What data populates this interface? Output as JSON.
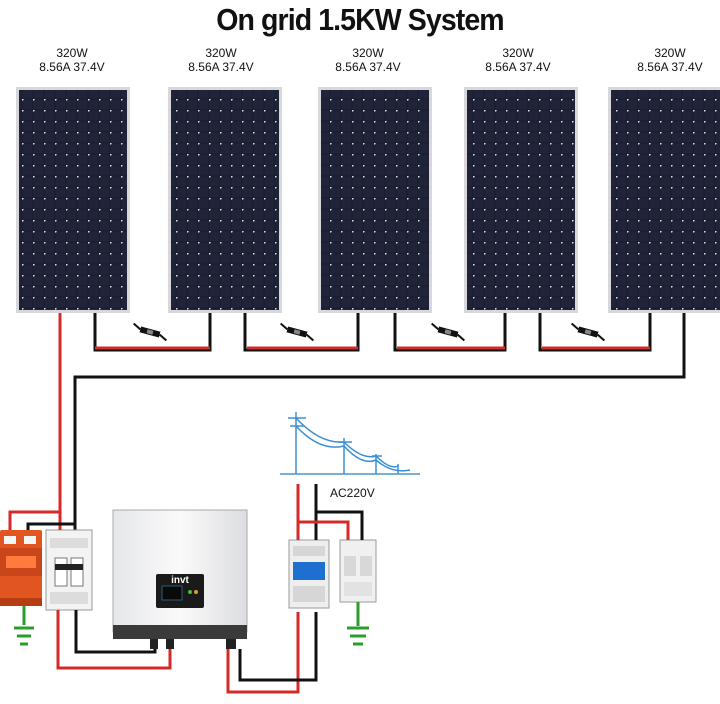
{
  "title": "On grid 1.5KW  System",
  "panels": [
    {
      "power": "320W",
      "specs": "8.56A 37.4V"
    },
    {
      "power": "320W",
      "specs": "8.56A 37.4V"
    },
    {
      "power": "320W",
      "specs": "8.56A 37.4V"
    },
    {
      "power": "320W",
      "specs": "8.56A 37.4V"
    },
    {
      "power": "320W",
      "specs": "8.56A 37.4V"
    }
  ],
  "grid_label": "AC220V",
  "inverter_brand": "invt",
  "colors": {
    "positive_wire": "#d42a2a",
    "negative_wire": "#111111",
    "panel_cell": "#1a1d2a",
    "surge_protector": "#e0521f",
    "ground": "#2a9d2a",
    "breaker_handle": "#1f6fd1"
  }
}
